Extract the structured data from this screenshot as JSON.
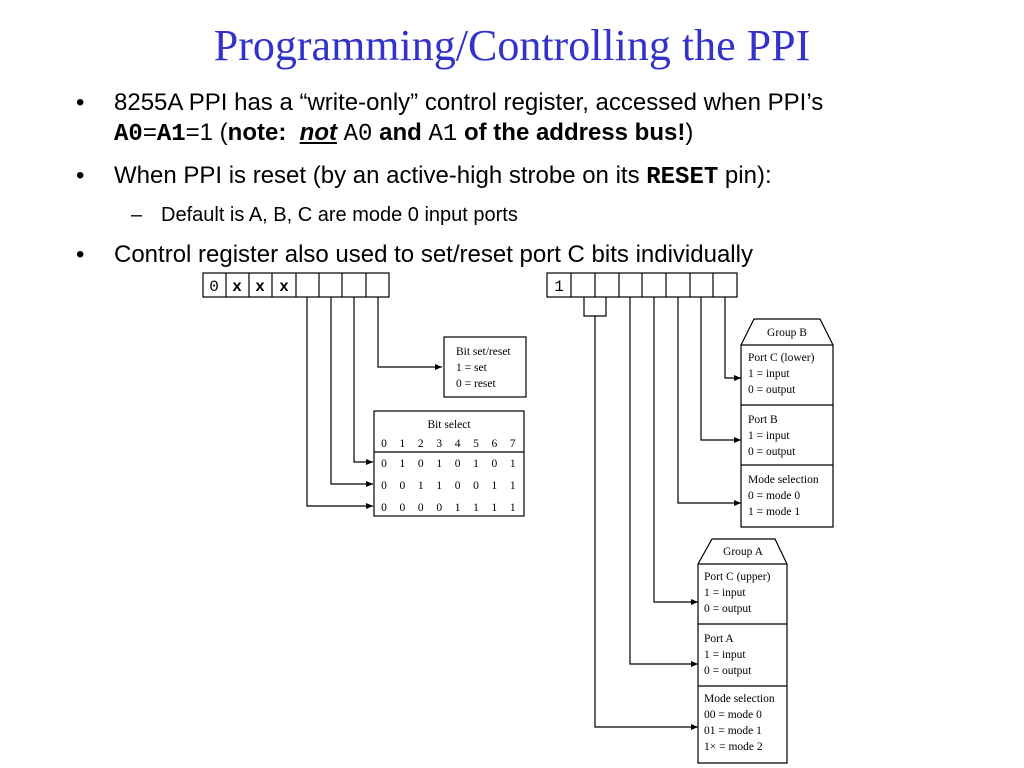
{
  "title": "Programming/Controlling the PPI",
  "bullets": {
    "b1": {
      "text1": "8255A PPI has a “write-only” control register, accessed when PPI’s",
      "a0": "A0",
      "eq1": "=",
      "a1": "A1",
      "eq2": "=1 (",
      "note": "note:",
      "not": "not",
      "a0b": "A0",
      "and": " and ",
      "a1b": "A1",
      "tail": " of the address bus!",
      "close": ")"
    },
    "b2": {
      "text1": "When PPI is reset (by an active-high strobe on its ",
      "reset": "RESET",
      "text2": " pin):"
    },
    "sub1": "Default is A, B, C are mode 0 input ports",
    "b3": "Control register also used to set/reset port C bits individually"
  },
  "left_diagram": {
    "register": [
      "0",
      "x",
      "x",
      "x",
      "",
      "",
      "",
      ""
    ],
    "bit_set_reset": {
      "title": "Bit set/reset",
      "lines": [
        "1 = set",
        "0 = reset"
      ]
    },
    "bit_select": {
      "title": "Bit select",
      "header": [
        "0",
        "1",
        "2",
        "3",
        "4",
        "5",
        "6",
        "7"
      ],
      "rows": [
        [
          "0",
          "1",
          "0",
          "1",
          "0",
          "1",
          "0",
          "1"
        ],
        [
          "0",
          "0",
          "1",
          "1",
          "0",
          "0",
          "1",
          "1"
        ],
        [
          "0",
          "0",
          "0",
          "0",
          "1",
          "1",
          "1",
          "1"
        ]
      ]
    }
  },
  "right_diagram": {
    "register": [
      "1",
      "",
      "",
      "",
      "",
      "",
      "",
      ""
    ],
    "group_b": {
      "title": "Group B",
      "boxes": [
        {
          "title": "Port C (lower)",
          "lines": [
            "1 = input",
            "0 = output"
          ]
        },
        {
          "title": "Port B",
          "lines": [
            "1 = input",
            "0 = output"
          ]
        },
        {
          "title": "Mode selection",
          "lines": [
            "0 = mode 0",
            "1 = mode 1"
          ]
        }
      ]
    },
    "group_a": {
      "title": "Group A",
      "boxes": [
        {
          "title": "Port C (upper)",
          "lines": [
            "1 = input",
            "0 = output"
          ]
        },
        {
          "title": "Port A",
          "lines": [
            "1 = input",
            "0 = output"
          ]
        },
        {
          "title": "Mode selection",
          "lines": [
            "00 = mode 0",
            "01 = mode 1",
            "1× = mode 2"
          ]
        }
      ]
    }
  }
}
